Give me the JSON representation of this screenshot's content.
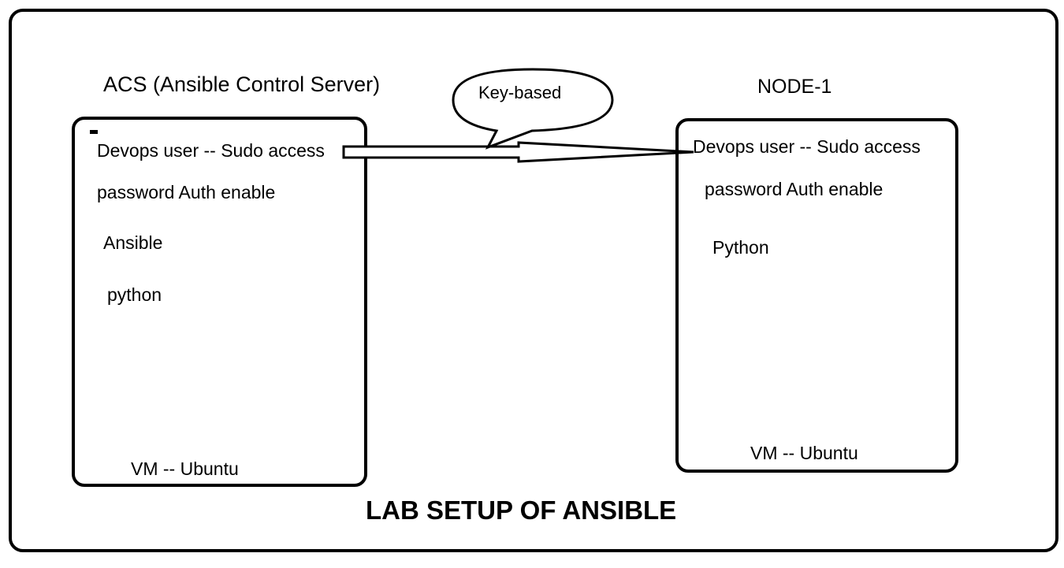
{
  "diagram": {
    "caption": "LAB SETUP OF ANSIBLE",
    "connection_label": "Key-based",
    "acs": {
      "title": "ACS (Ansible Control Server)",
      "items": [
        "Devops user -- Sudo access",
        "password Auth enable",
        "Ansible",
        "python"
      ],
      "footer": "VM -- Ubuntu"
    },
    "node": {
      "title": "NODE-1",
      "items": [
        "Devops user -- Sudo access",
        "password Auth enable",
        "Python"
      ],
      "footer": "VM -- Ubuntu"
    }
  }
}
